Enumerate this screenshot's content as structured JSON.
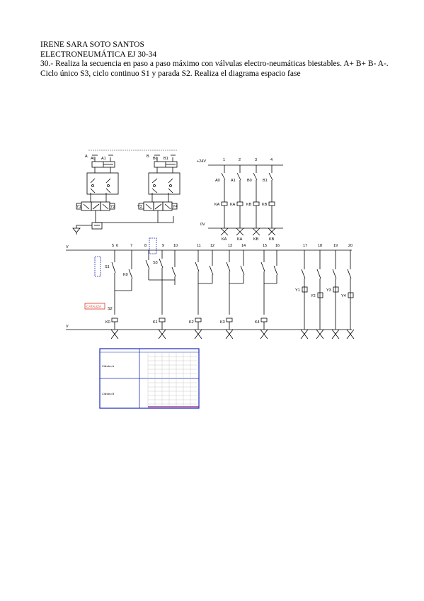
{
  "document": {
    "author": "IRENE SARA SOTO SANTOS",
    "course": "ELECTRONEUMÁTICA EJ 30-34",
    "task": "30.- Realiza la secuencia en paso a paso máximo con válvulas electro-neumáticas biestables. A+ B+ B- A-. Ciclo único S3, ciclo continuo S1 y parada S2. Realiza el diagrama espacio fase"
  },
  "pneumatic": {
    "cylinder_a": {
      "sensors": [
        "A0",
        "A1"
      ],
      "letter": "A",
      "coils": [
        "Y1",
        "Y2"
      ]
    },
    "cylinder_b": {
      "sensors": [
        "B0",
        "B1"
      ],
      "letter": "B",
      "coils": [
        "Y3",
        "Y4"
      ]
    }
  },
  "relay_circuit": {
    "supply_top": "+24V",
    "supply_bottom": "0V",
    "columns": [
      "1",
      "2",
      "3",
      "4"
    ],
    "sensor_contacts": [
      "A0",
      "A1",
      "B0",
      "B1"
    ],
    "coils": [
      "KA",
      "KA",
      "KB",
      "KB"
    ],
    "coil_labels": [
      "KA",
      "KA",
      "KB",
      "KB"
    ]
  },
  "ladder": {
    "rail_top": "V",
    "rail_bottom": "V",
    "rung_numbers": [
      "5",
      "6",
      "7",
      "8",
      "9",
      "10",
      "11",
      "12",
      "13",
      "14",
      "15",
      "16",
      "17",
      "18",
      "19",
      "20"
    ],
    "switches": [
      "S1",
      "S2",
      "S3"
    ],
    "relay_coils": [
      "K0",
      "K1",
      "K2",
      "K3",
      "K4"
    ],
    "valve_coils": [
      "Y1",
      "Y2",
      "Y3",
      "Y4"
    ],
    "annotation": "CATALIZA"
  },
  "phase_diagram": {
    "rows": [
      "Cilindro A",
      "Cilindro B"
    ]
  }
}
